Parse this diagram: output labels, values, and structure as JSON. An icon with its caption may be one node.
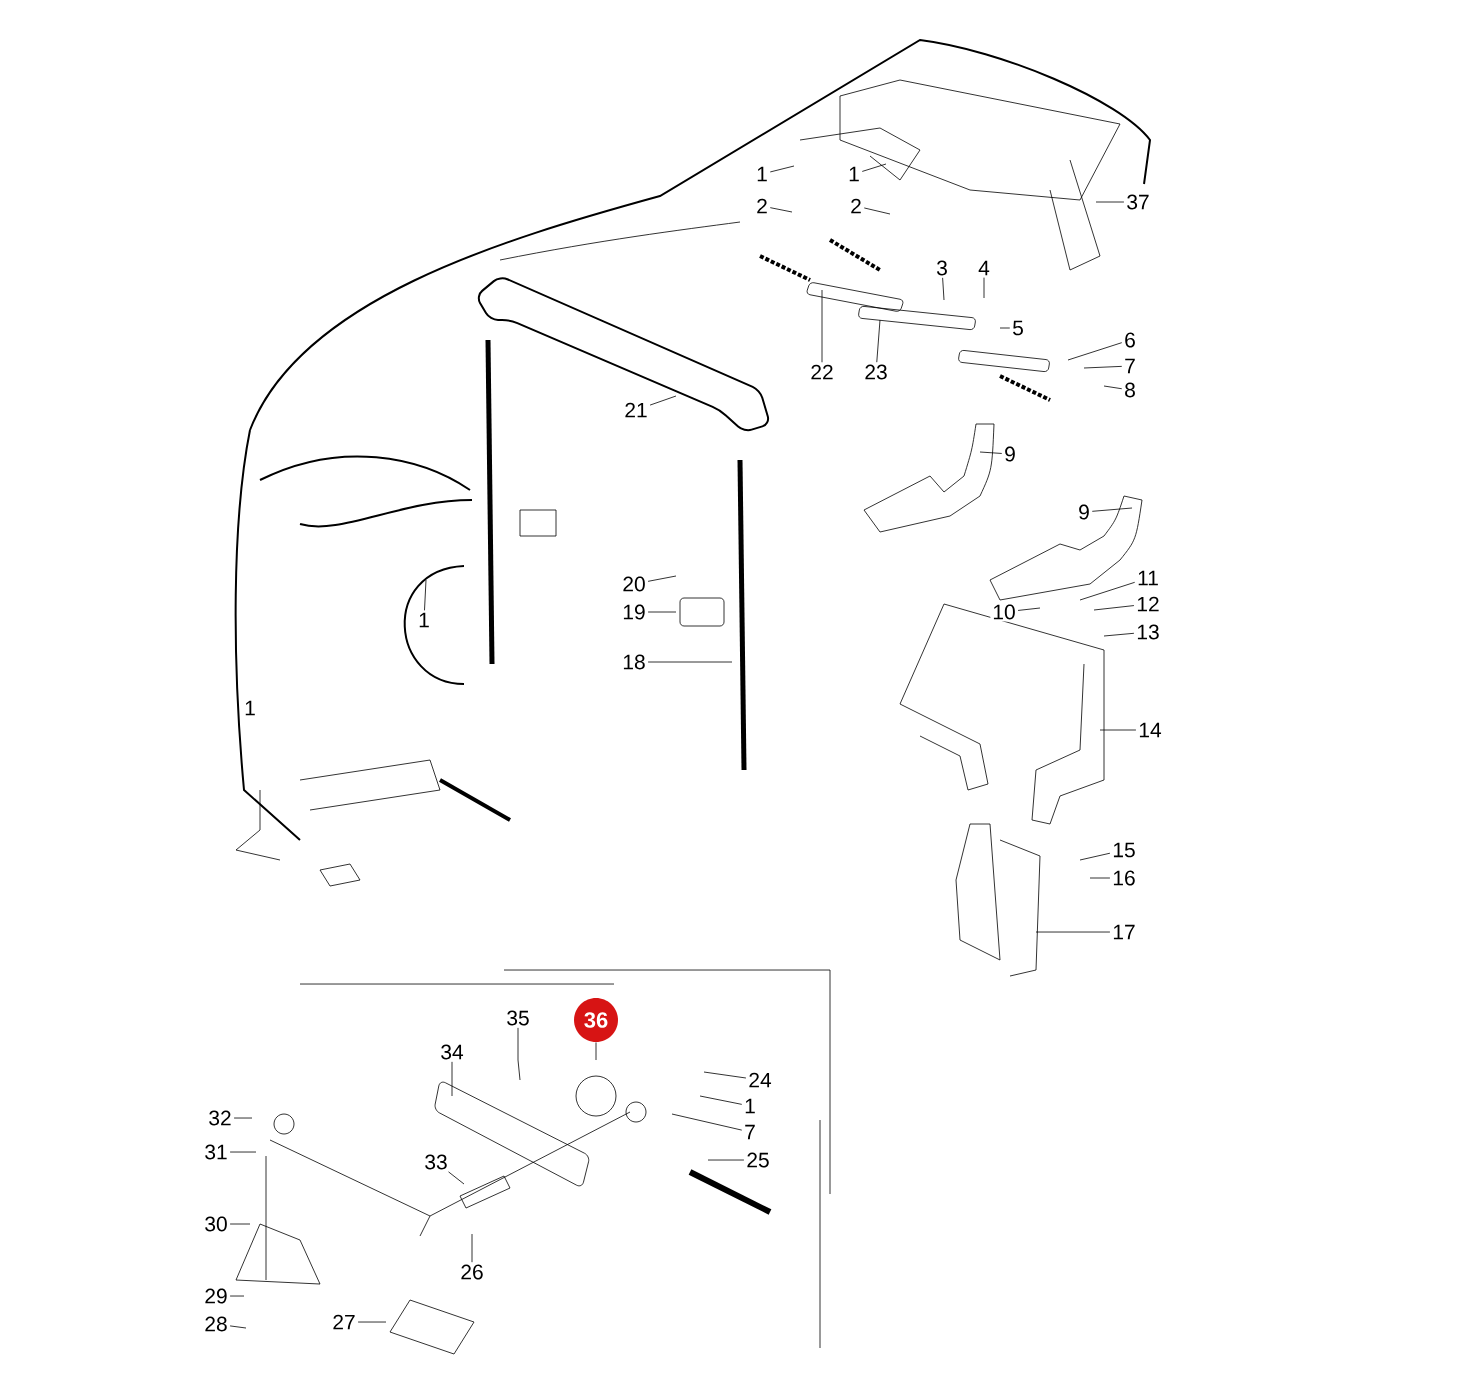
{
  "diagram": {
    "nodes": [
      {
        "text": [
          "1"
        ]
      },
      {
        "text": [
          "2"
        ]
      },
      {
        "text": [
          "1"
        ]
      },
      {
        "text": [
          "2"
        ]
      },
      {
        "text": [
          "37"
        ]
      },
      {
        "text": [
          "3"
        ]
      },
      {
        "text": [
          "4"
        ]
      },
      {
        "text": [
          "5"
        ]
      },
      {
        "text": [
          "22"
        ]
      },
      {
        "text": [
          "23"
        ]
      },
      {
        "text": [
          "6"
        ]
      },
      {
        "text": [
          "7"
        ]
      },
      {
        "text": [
          "8"
        ]
      },
      {
        "text": [
          "21"
        ]
      },
      {
        "text": [
          "9"
        ]
      },
      {
        "text": [
          "9"
        ]
      },
      {
        "text": [
          "11"
        ]
      },
      {
        "text": [
          "10"
        ]
      },
      {
        "text": [
          "12"
        ]
      },
      {
        "text": [
          "13"
        ]
      },
      {
        "text": [
          "20"
        ]
      },
      {
        "text": [
          "19"
        ]
      },
      {
        "text": [
          "18"
        ]
      },
      {
        "text": [
          "1"
        ]
      },
      {
        "text": [
          "14"
        ]
      },
      {
        "text": [
          "15"
        ]
      },
      {
        "text": [
          "16"
        ]
      },
      {
        "text": [
          "17"
        ]
      },
      {
        "text": [
          "36"
        ]
      },
      {
        "text": [
          "35"
        ]
      },
      {
        "text": [
          "34"
        ]
      },
      {
        "text": [
          "24"
        ]
      },
      {
        "text": [
          "1"
        ]
      },
      {
        "text": [
          "7"
        ]
      },
      {
        "text": [
          "32"
        ]
      },
      {
        "text": [
          "33"
        ]
      },
      {
        "text": [
          "25"
        ]
      },
      {
        "text": [
          "31"
        ]
      },
      {
        "text": [
          "30"
        ]
      },
      {
        "text": [
          "26"
        ]
      },
      {
        "text": [
          "29"
        ]
      },
      {
        "text": [
          "28"
        ]
      },
      {
        "text": [
          "27"
        ]
      }
    ],
    "edges": [
      {
        "from": 0,
        "to": null,
        "arrow": "none"
      },
      {
        "from": 1,
        "to": null,
        "arrow": "none"
      },
      {
        "from": 2,
        "to": null,
        "arrow": "none"
      },
      {
        "from": 3,
        "to": null,
        "arrow": "none"
      },
      {
        "from": 4,
        "to": null,
        "arrow": "none"
      },
      {
        "from": 5,
        "to": null,
        "arrow": "none"
      },
      {
        "from": 6,
        "to": null,
        "arrow": "none"
      },
      {
        "from": 7,
        "to": null,
        "arrow": "none"
      },
      {
        "from": 8,
        "to": null,
        "arrow": "none"
      },
      {
        "from": 9,
        "to": null,
        "arrow": "none"
      },
      {
        "from": 10,
        "to": null,
        "arrow": "none"
      },
      {
        "from": 11,
        "to": null,
        "arrow": "none"
      },
      {
        "from": 12,
        "to": null,
        "arrow": "none"
      },
      {
        "from": 13,
        "to": null,
        "arrow": "none"
      },
      {
        "from": 14,
        "to": null,
        "arrow": "none"
      },
      {
        "from": 15,
        "to": null,
        "arrow": "none"
      },
      {
        "from": 16,
        "to": null,
        "arrow": "none"
      },
      {
        "from": 17,
        "to": null,
        "arrow": "none"
      },
      {
        "from": 18,
        "to": null,
        "arrow": "none"
      },
      {
        "from": 19,
        "to": null,
        "arrow": "none"
      },
      {
        "from": 20,
        "to": null,
        "arrow": "none"
      },
      {
        "from": 21,
        "to": null,
        "arrow": "none"
      },
      {
        "from": 22,
        "to": null,
        "arrow": "none"
      },
      {
        "from": 23,
        "to": null,
        "arrow": "none"
      },
      {
        "from": 24,
        "to": null,
        "arrow": "none"
      },
      {
        "from": 25,
        "to": null,
        "arrow": "none"
      },
      {
        "from": 26,
        "to": null,
        "arrow": "none"
      },
      {
        "from": 27,
        "to": null,
        "arrow": "none"
      },
      {
        "from": 28,
        "to": null,
        "arrow": "none"
      },
      {
        "from": 29,
        "to": null,
        "arrow": "none"
      },
      {
        "from": 30,
        "to": null,
        "arrow": "none"
      },
      {
        "from": 31,
        "to": null,
        "arrow": "none"
      },
      {
        "from": 32,
        "to": null,
        "arrow": "none"
      },
      {
        "from": 33,
        "to": null,
        "arrow": "none"
      },
      {
        "from": 34,
        "to": null,
        "arrow": "none"
      },
      {
        "from": 35,
        "to": null,
        "arrow": "none"
      },
      {
        "from": 36,
        "to": null,
        "arrow": "none"
      },
      {
        "from": 37,
        "to": null,
        "arrow": "none"
      },
      {
        "from": 38,
        "to": null,
        "arrow": "none"
      },
      {
        "from": 39,
        "to": null,
        "arrow": "none"
      },
      {
        "from": 40,
        "to": null,
        "arrow": "none"
      },
      {
        "from": 41,
        "to": null,
        "arrow": "none"
      },
      {
        "from": 42,
        "to": null,
        "arrow": "none"
      }
    ],
    "labels": [
      "1"
    ]
  }
}
